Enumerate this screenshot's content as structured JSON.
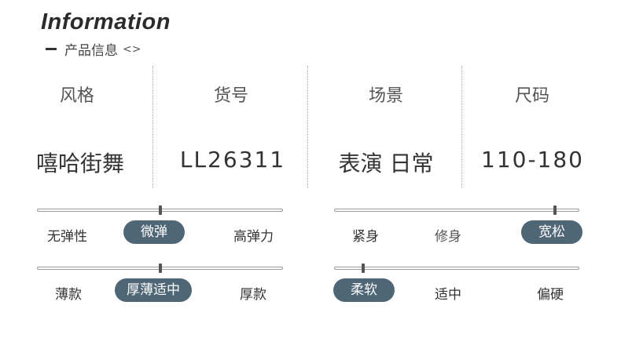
{
  "header": {
    "title": "Information",
    "subtitle": "产品信息",
    "subtitle_deco": "<>"
  },
  "columns": [
    {
      "label": "风格",
      "value": "嘻哈街舞"
    },
    {
      "label": "货号",
      "value": "LL26311"
    },
    {
      "label": "场景",
      "value": "表演 日常"
    },
    {
      "label": "尺码",
      "value": "110-180"
    }
  ],
  "scales": {
    "elasticity": {
      "options": [
        "无弹性",
        "微弹",
        "高弹力"
      ],
      "selected": "微弹",
      "level": 0.5
    },
    "fit": {
      "options": [
        "紧身",
        "修身",
        "宽松"
      ],
      "selected": "宽松",
      "level": 0.9
    },
    "thickness": {
      "options": [
        "薄款",
        "厚薄适中",
        "厚款"
      ],
      "selected": "厚薄适中",
      "level": 0.5
    },
    "softness": {
      "options": [
        "柔软",
        "适中",
        "偏硬"
      ],
      "selected": "柔软",
      "level": 0.12
    }
  },
  "colors": {
    "pill": "#4f6677",
    "track": "#9a9a9a",
    "thumb": "#555555"
  }
}
